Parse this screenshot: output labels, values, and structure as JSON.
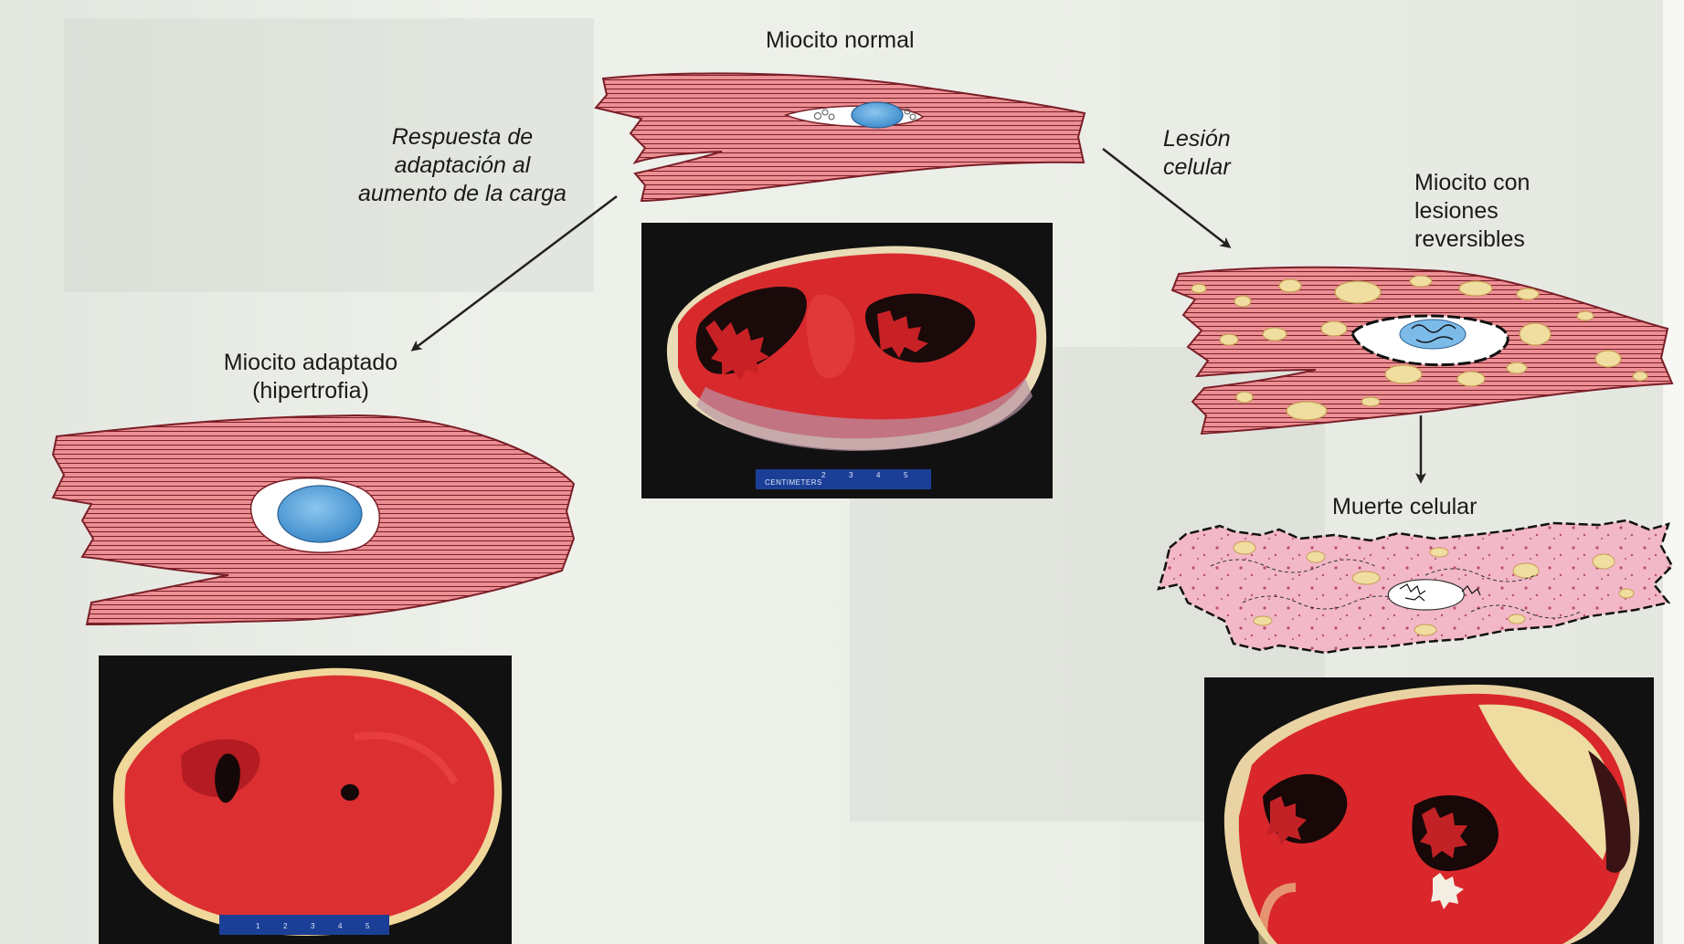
{
  "labels": {
    "normal": "Miocito normal",
    "adaptive_response": [
      "Respuesta de",
      "adaptación al",
      "aumento de la carga"
    ],
    "injury": [
      "Lesión",
      "celular"
    ],
    "reversible": [
      "Miocito con",
      "lesiones",
      "reversibles"
    ],
    "adapted": [
      "Miocito adaptado",
      "(hipertrofia)"
    ],
    "death": "Muerte celular"
  },
  "ruler_text": "CENTIMETERS",
  "ruler_ticks": [
    "1",
    "2",
    "3",
    "4",
    "5"
  ],
  "colors": {
    "muscle_fill": "#e98a8e",
    "muscle_stripe": "#7a1f28",
    "nucleus": "#5aa8dd",
    "fat_vacuole": "#f0dea0",
    "dead_cell": "#f2b8c8",
    "heart_red": "#d6282b",
    "page_bg": "#e9ece6"
  }
}
